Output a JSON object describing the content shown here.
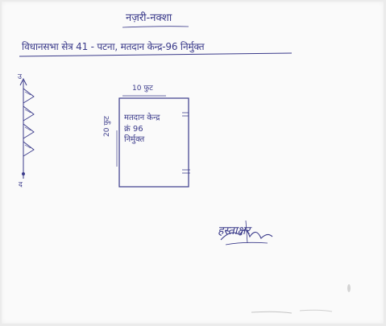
{
  "document": {
    "title": "नज़री-नक्शा",
    "header_line": "विधानसभा सेत्र 41 - पटना, मतदान केन्द्र-96 निर्मुक्त",
    "plot": {
      "width_label": "10 फुट",
      "length_label": "20 फुट",
      "label_line1": "मतदान केन्द्र",
      "label_line2": "क्रं 96",
      "label_line3": "निर्मुक्त"
    },
    "compass": {
      "north": "उ",
      "south": "द"
    },
    "signature": "हस्ताक्षर"
  },
  "colors": {
    "ink": "#3a3a8a",
    "paper": "#fafafa",
    "background": "#ebebeb"
  }
}
